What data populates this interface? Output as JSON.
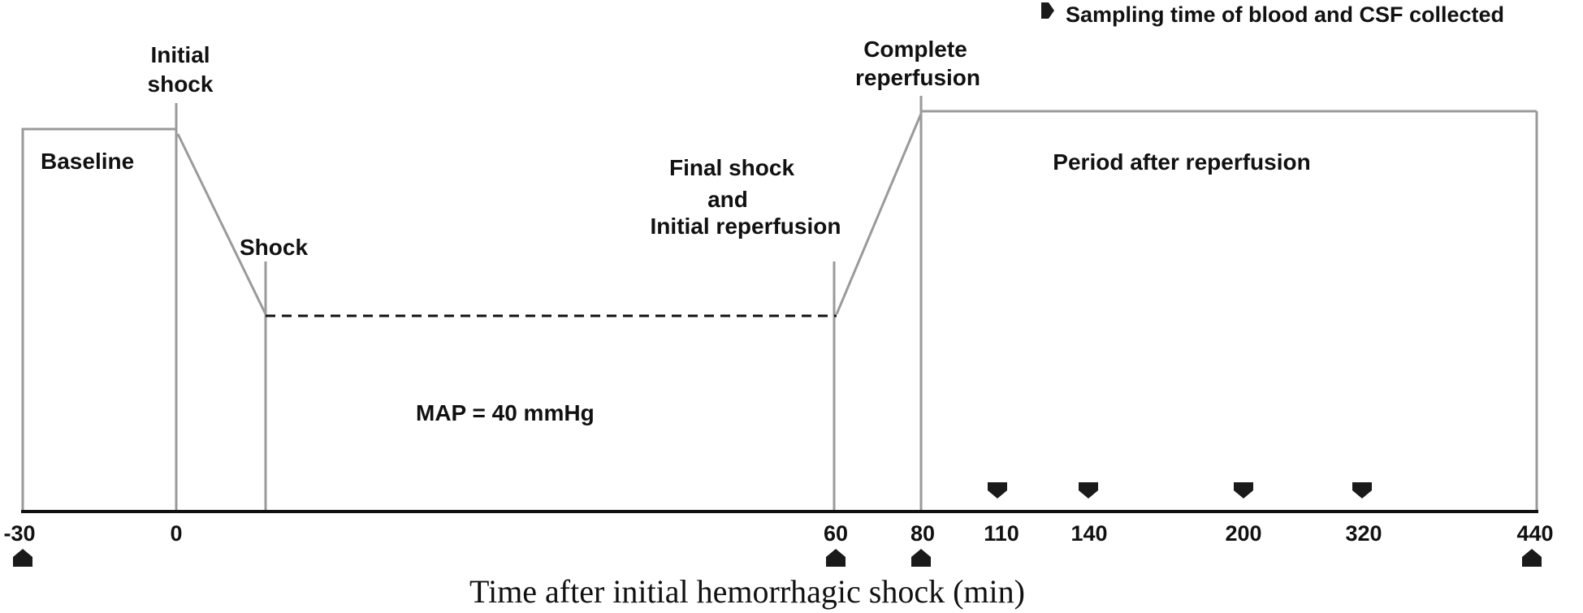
{
  "legend": {
    "icon": "down-arrow-marker-icon",
    "text": "Sampling time of blood and CSF collected"
  },
  "phases": {
    "initial_shock": [
      "Initial",
      "shock"
    ],
    "complete_reperfusion": [
      "Complete",
      "reperfusion"
    ],
    "baseline": "Baseline",
    "shock": "Shock",
    "final_shock": [
      "Final shock",
      "and",
      "Initial reperfusion"
    ],
    "period_after": "Period after reperfusion",
    "map_text": "MAP = 40 mmHg"
  },
  "axis": {
    "title": "Time after initial hemorrhagic shock (min)",
    "ticks": [
      "-30",
      "0",
      "60",
      "80",
      "110",
      "140",
      "200",
      "320",
      "440"
    ]
  },
  "markers": {
    "sampling_times": [
      "110",
      "140",
      "200",
      "320"
    ],
    "up_markers_at": [
      "-30",
      "60",
      "80",
      "440"
    ]
  },
  "colors": {
    "line": "#9a9a9a",
    "axis": "#111111",
    "marker": "#1a1a1a"
  }
}
